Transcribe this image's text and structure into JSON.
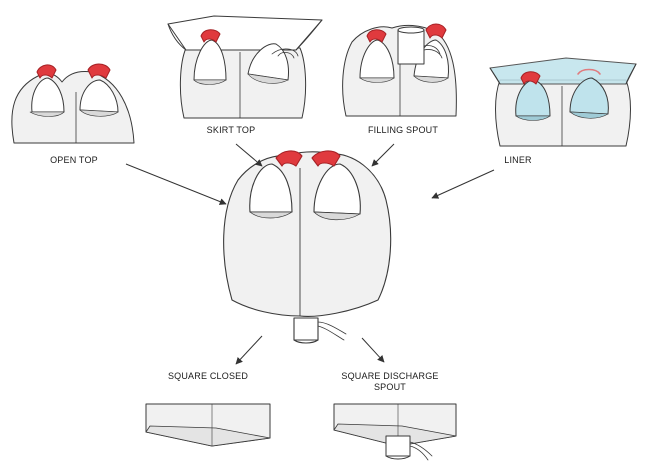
{
  "labels": {
    "open_top": "OPEN TOP",
    "skirt_top": "SKIRT TOP",
    "filling_spout": "FILLING SPOUT",
    "liner": "LINER",
    "square_closed": "SQUARE CLOSED",
    "square_discharge_spout_line1": "SQUARE DISCHARGE",
    "square_discharge_spout_line2": "SPOUT"
  },
  "colors": {
    "bag_fill": "#f1f1f1",
    "bag_shade": "#d9d9d9",
    "outline": "#3a3a3a",
    "loop_accent": "#e03a3e",
    "liner_fill": "#bfe3ec",
    "arrow": "#333333"
  }
}
